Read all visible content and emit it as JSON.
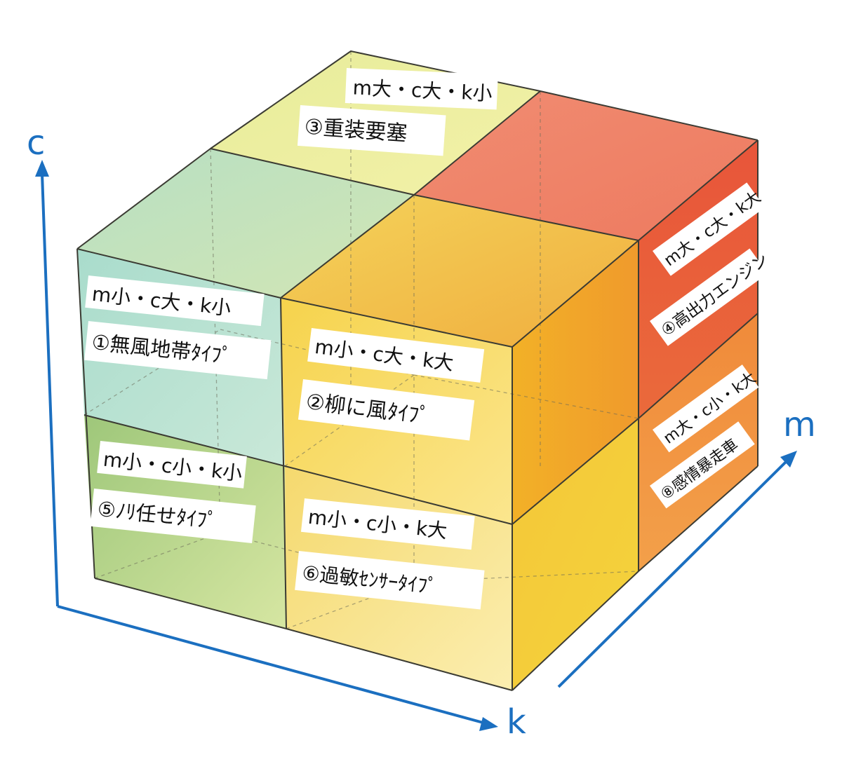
{
  "colors": {
    "axis": "#1b6fc0",
    "edge": "#3b3b33",
    "label_bg": "#ffffff",
    "label_text": "#111111"
  },
  "axes": {
    "c": "c",
    "k": "k",
    "m": "m"
  },
  "cells": {
    "c1": {
      "code": "m小・c大・k小",
      "name": "①無風地帯ﾀｲﾌﾟ"
    },
    "c2": {
      "code": "m小・c大・k大",
      "name": "②柳に風ﾀｲﾌﾟ"
    },
    "c3": {
      "code": "m大・c大・k小",
      "name": "③重装要塞"
    },
    "c4": {
      "code": "m大・c大・k大",
      "name": "④高出力エンジン"
    },
    "c5": {
      "code": "m小・c小・k小",
      "name": "⑤ﾉﾘ任せﾀｲﾌﾟ"
    },
    "c6": {
      "code": "m小・c小・k大",
      "name": "⑥過敏ｾﾝｻｰﾀｲﾌﾟ"
    },
    "c8": {
      "code": "m大・c小・k大",
      "name": "⑧感情暴走車"
    }
  }
}
